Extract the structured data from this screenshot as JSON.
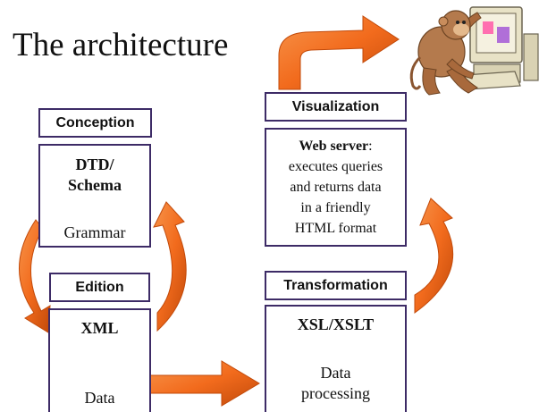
{
  "title": "The architecture",
  "colors": {
    "arrow": "#f26b1d",
    "arrow_dark": "#c24a0a",
    "box_border": "#3d2b66"
  },
  "conception": {
    "label": "Conception",
    "line1": "DTD/",
    "line2": "Schema",
    "line3": "Grammar"
  },
  "edition": {
    "label": "Edition",
    "line1": "XML",
    "line2": "Data"
  },
  "visualization": {
    "label": "Visualization",
    "line1_bold": "Web server",
    "line1_rest": ":",
    "line2": "executes queries",
    "line3": "and returns data",
    "line4": "in a friendly",
    "line5": "HTML format"
  },
  "transformation": {
    "label": "Transformation",
    "line1": "XSL/XSLT",
    "line2": "Data",
    "line3": "processing"
  },
  "illustration": {
    "icon": "monkey-at-computer-icon"
  }
}
